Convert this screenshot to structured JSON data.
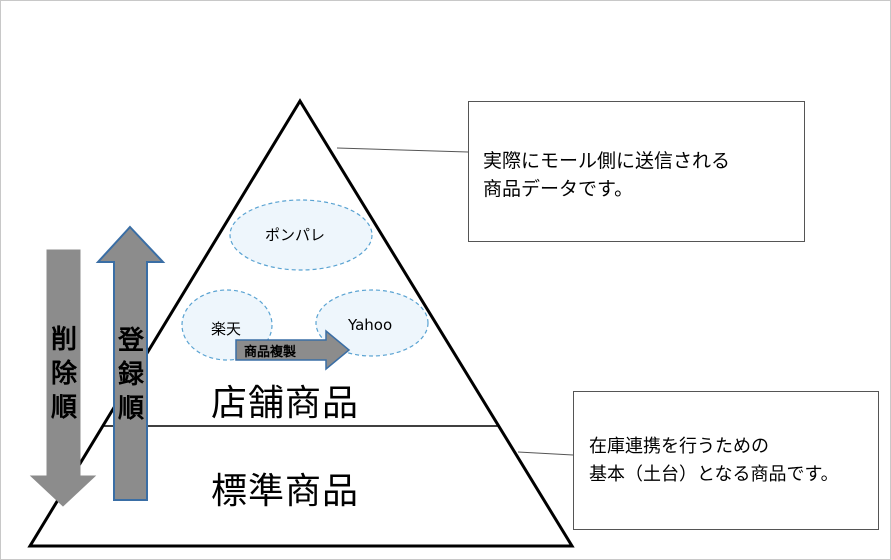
{
  "notes": {
    "top": {
      "line1": "実際にモール側に送信される",
      "line2": "商品データです。"
    },
    "bottom": {
      "line1": "在庫連携を行うための",
      "line2": "基本（土台）となる商品です。"
    }
  },
  "layers": {
    "store": "店舗商品",
    "standard": "標準商品"
  },
  "malls": {
    "ponpare": "ポンパレ",
    "rakuten": "楽天",
    "yahoo": "Yahoo"
  },
  "copy_arrow": {
    "label": "商品複製"
  },
  "order_arrows": {
    "delete": {
      "chars": [
        "削",
        "除",
        "順"
      ]
    },
    "register": {
      "chars": [
        "登",
        "録",
        "順"
      ]
    }
  },
  "colors": {
    "ellipse_fill": "#eef6fc",
    "ellipse_stroke": "#5aa3d2",
    "arrow_fill": "#8c8c8c",
    "arrow_stroke_blue": "#3a6ea5"
  }
}
